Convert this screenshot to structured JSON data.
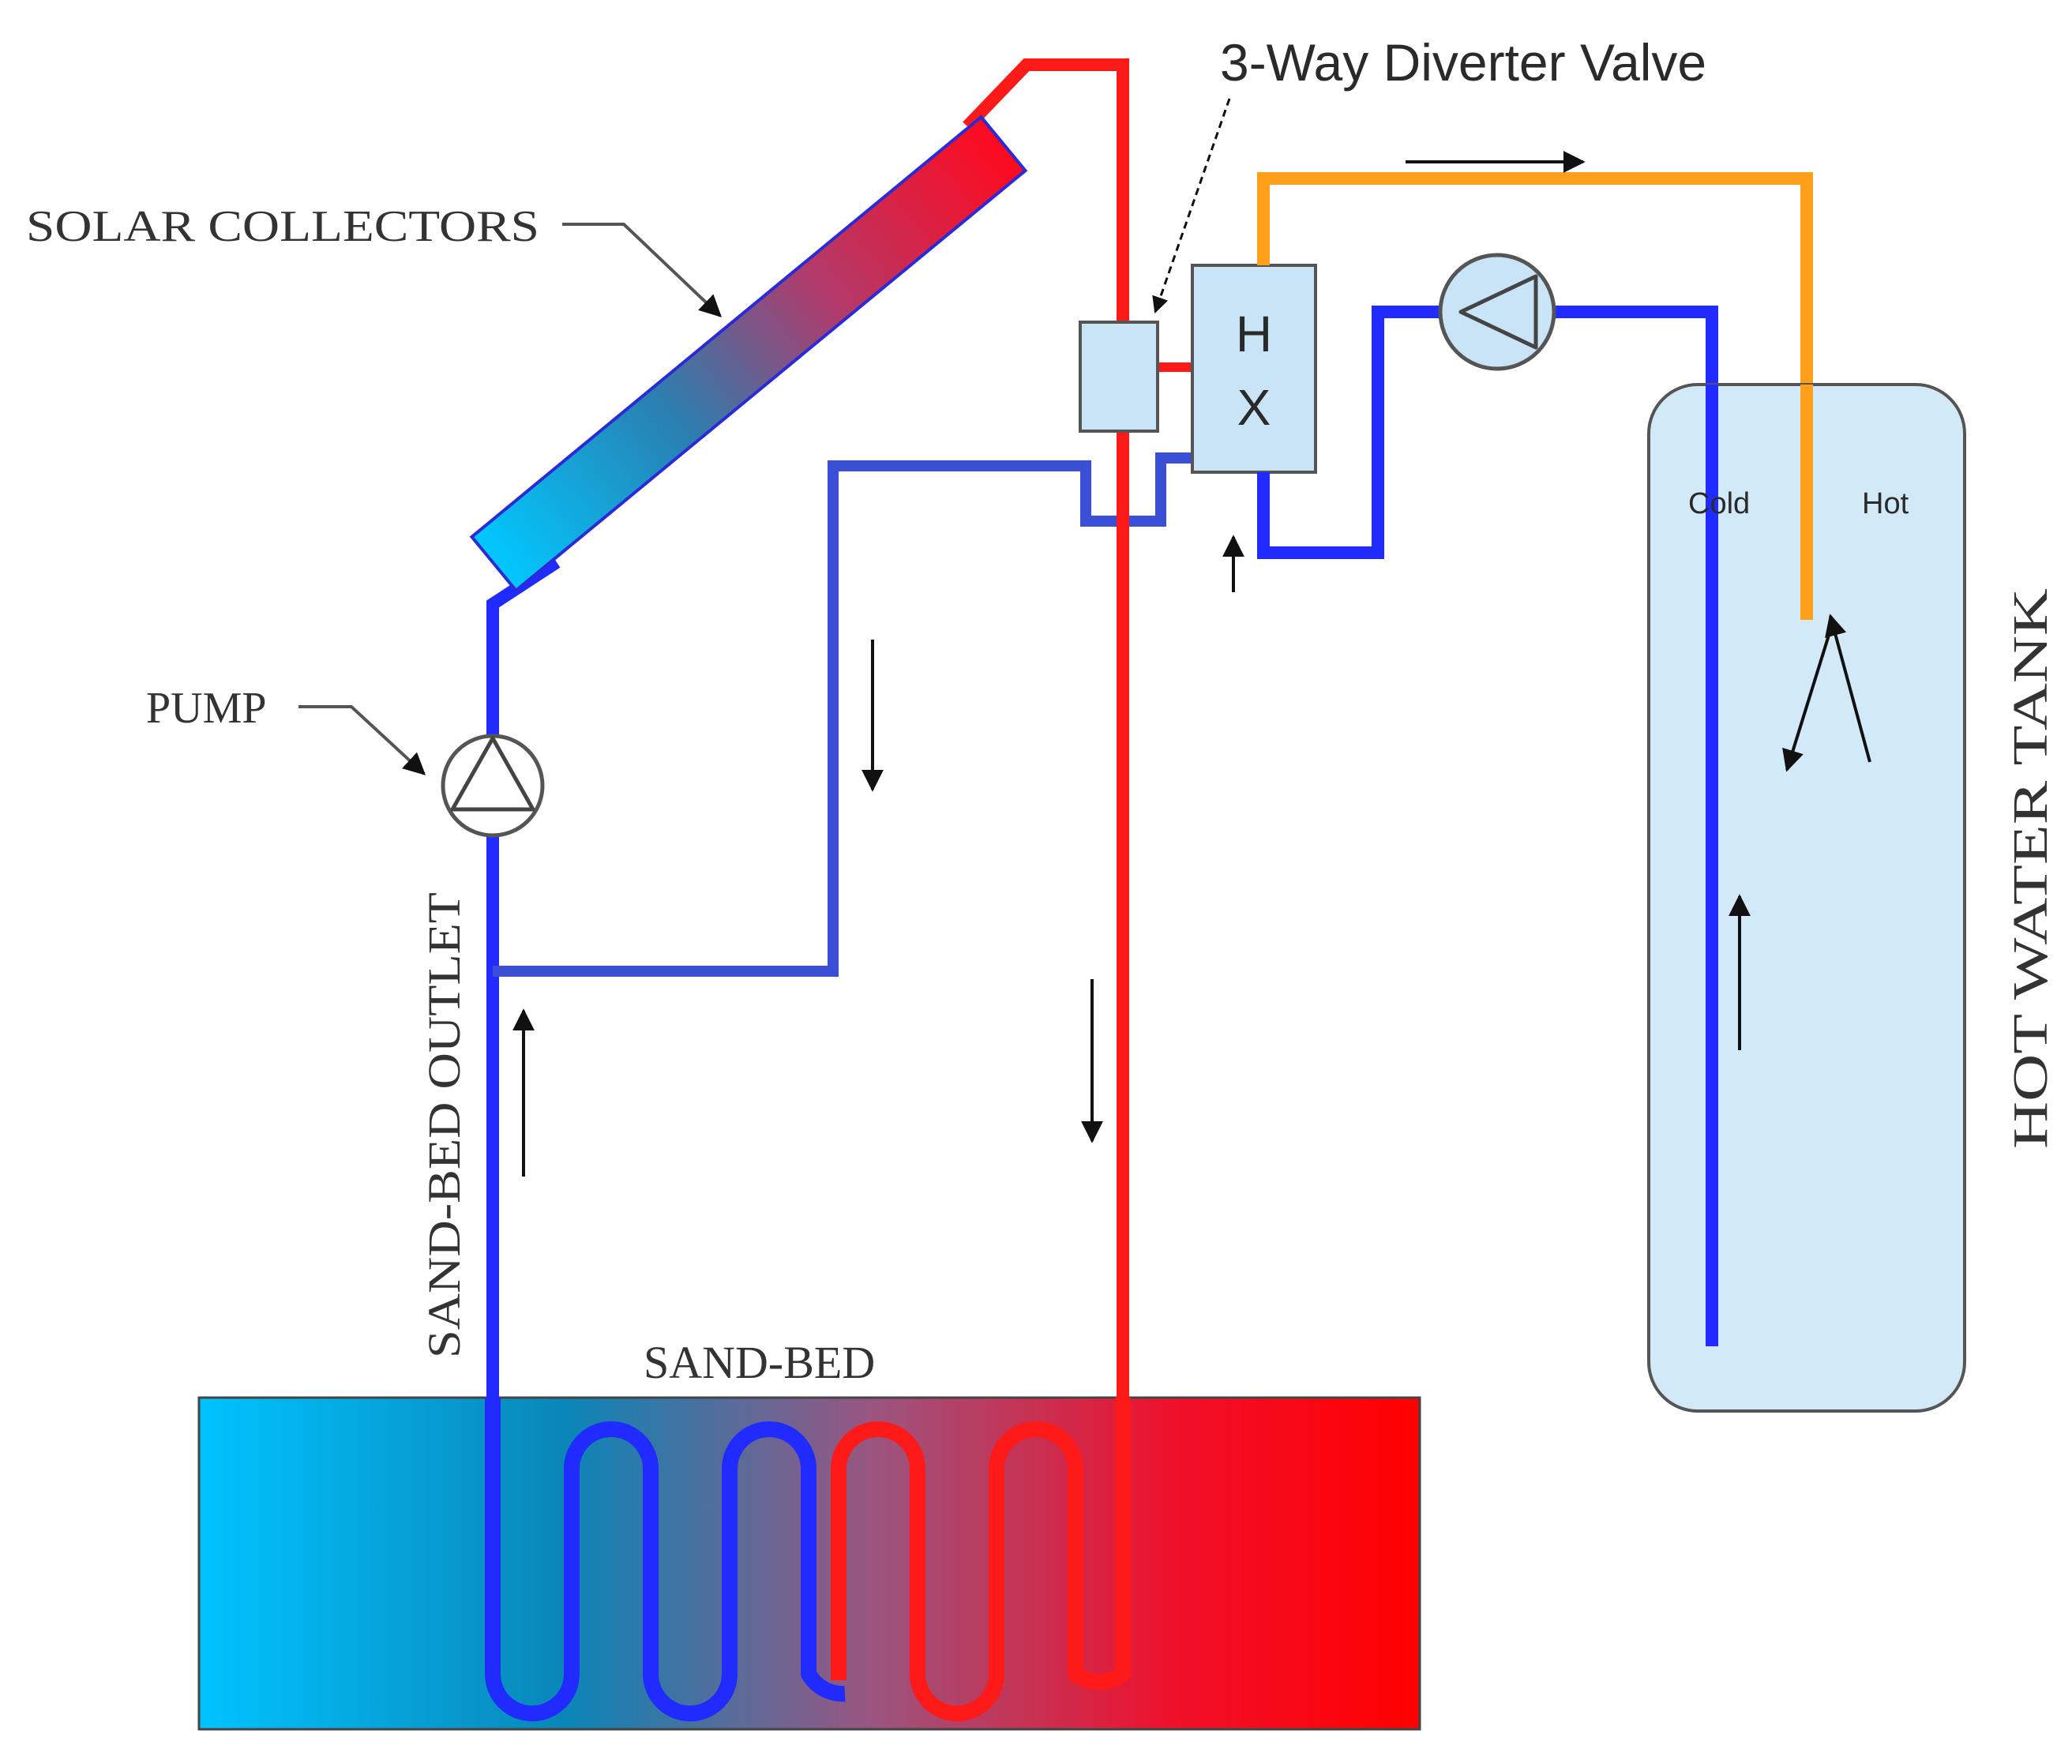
{
  "labels": {
    "valve": "3-Way Diverter Valve",
    "collectors": "SOLAR COLLECTORS",
    "pump": "PUMP",
    "outlet": "SAND-BED OUTLET",
    "sandbed": "SAND-BED",
    "tank": "HOT WATER TANK",
    "cold": "Cold",
    "hot": "Hot",
    "hx_h": "H",
    "hx_x": "X"
  },
  "colors": {
    "hot_pipe": "#ff1a1a",
    "cold_pipe": "#1f2bff",
    "cold_pipe_dark": "#3a4fd6",
    "dhw_pipe": "#ffa01a",
    "cold_fill": "#00bfff",
    "hot_fill": "#ff0000",
    "component_fill": "#c8e4f6",
    "outline": "#333333"
  }
}
